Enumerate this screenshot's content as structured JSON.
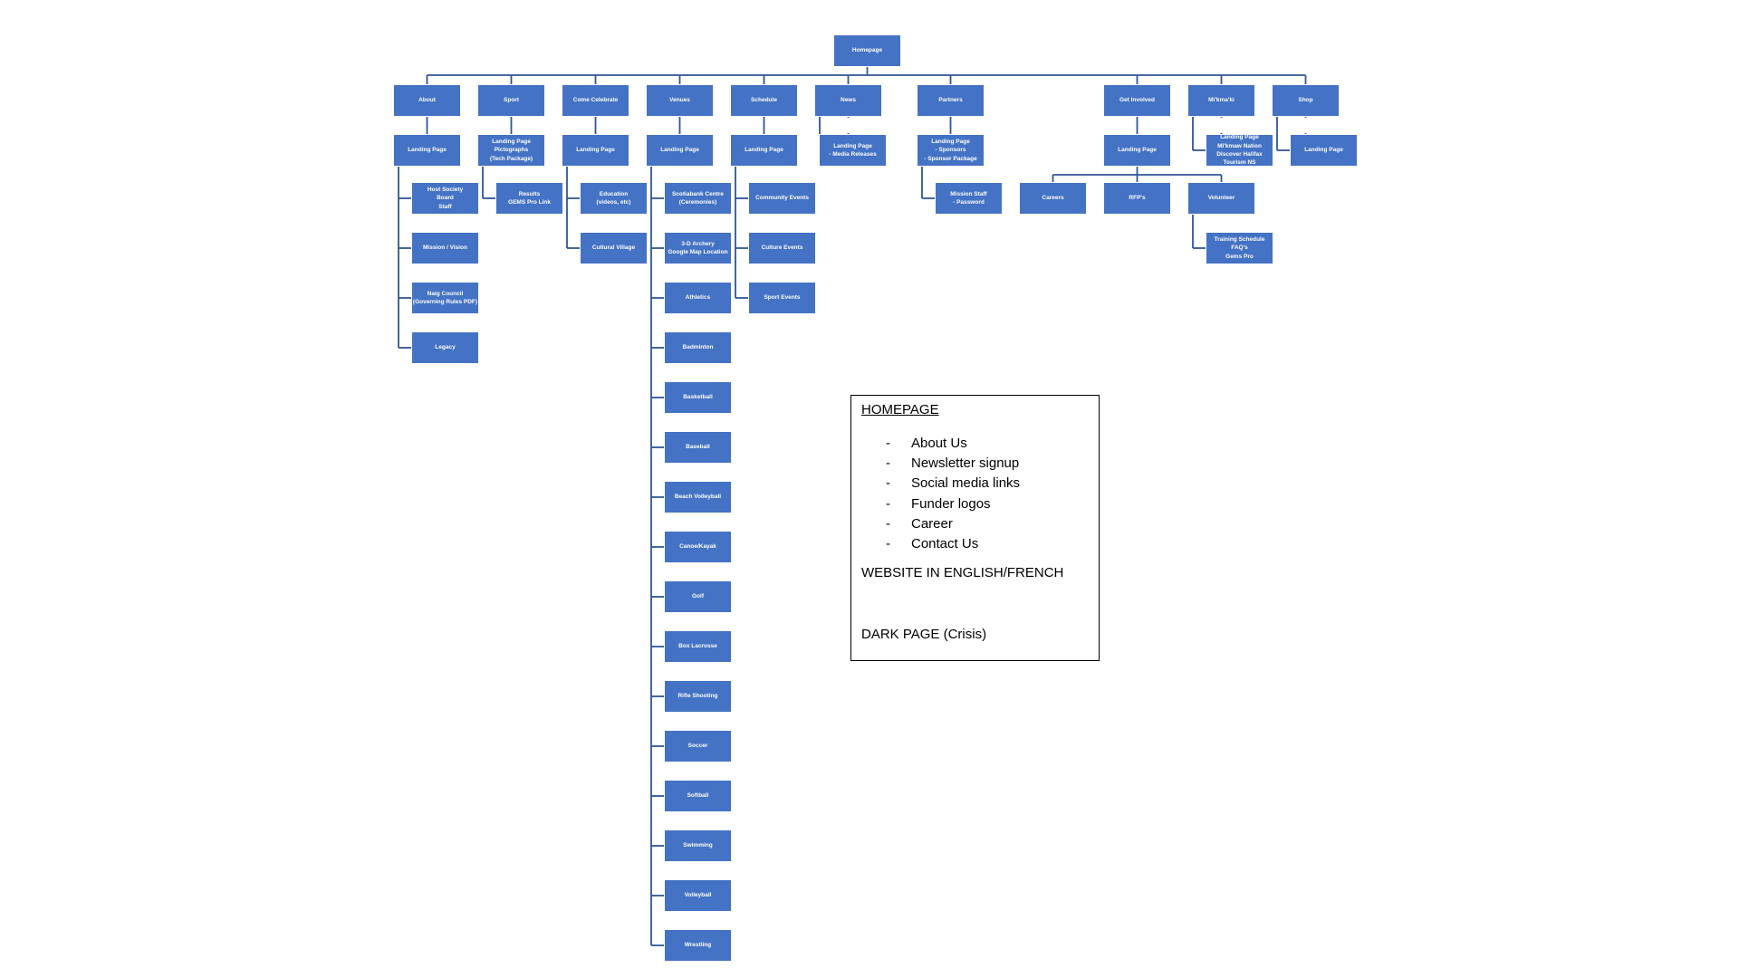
{
  "diagram": {
    "root": "Homepage",
    "columns": [
      {
        "label": "About",
        "landing": [
          "Landing Page"
        ],
        "children": [
          [
            "Host Society",
            "Board",
            "Staff"
          ],
          [
            "Mission / Vision"
          ],
          [
            "Naig Council",
            "(Governing Rules PDF)"
          ],
          [
            "Legacy"
          ]
        ]
      },
      {
        "label": "Sport",
        "landing": [
          "Landing Page",
          "Pictographs",
          "(Tech Package)"
        ],
        "children": [
          [
            "Results",
            "GEMS Pro Link"
          ]
        ]
      },
      {
        "label": "Come Celebrate",
        "landing": [
          "Landing Page"
        ],
        "children": [
          [
            "Education",
            "(videos, etc)"
          ],
          [
            "Cultural Village"
          ]
        ]
      },
      {
        "label": "Venues",
        "landing": [
          "Landing Page"
        ],
        "children": [
          [
            "Scotiabank Centre",
            "(Ceremonies)"
          ],
          [
            "3-D Archery",
            "Google Map Location"
          ],
          [
            "Athletics"
          ],
          [
            "Badminton"
          ],
          [
            "Basketball"
          ],
          [
            "Baseball"
          ],
          [
            "Beach Volleyball"
          ],
          [
            "Canoe/Kayak"
          ],
          [
            "Golf"
          ],
          [
            "Box Lacrosse"
          ],
          [
            "Rifle Shooting"
          ],
          [
            "Soccer"
          ],
          [
            "Softball"
          ],
          [
            "Swimming"
          ],
          [
            "Volleyball"
          ],
          [
            "Wrestling"
          ]
        ]
      },
      {
        "label": "Schedule",
        "landing": [
          "Landing Page"
        ],
        "children": [
          [
            "Community Events"
          ],
          [
            "Culture Events"
          ],
          [
            "Sport Events"
          ]
        ]
      },
      {
        "label": "News",
        "landing": [
          "Landing Page",
          "- Media Releases"
        ],
        "children": []
      },
      {
        "label": "Partners",
        "landing": [
          "Landing Page",
          "- Sponsors",
          "- Sponsor Package"
        ],
        "children": [
          [
            "Mission Staff",
            "- Password"
          ]
        ]
      },
      {
        "label": "Get Involved",
        "landing": [
          "Landing Page"
        ],
        "children": [
          [
            "Careers"
          ],
          [
            "RFP's"
          ],
          [
            "Volunteer"
          ]
        ],
        "grandchild": [
          "Training Schedule",
          "FAQ's",
          "Gems Pro"
        ]
      },
      {
        "label": "Mi'kma'ki",
        "landing": [
          "Landing Page",
          "Mi'kmaw Nation",
          "Discover Halifax",
          "Tourism NS"
        ],
        "children": []
      },
      {
        "label": "Shop",
        "landing": [
          "Landing Page"
        ],
        "children": []
      }
    ]
  },
  "legend": {
    "title": "HOMEPAGE",
    "items": [
      "About Us",
      "Newsletter signup",
      "Social media links",
      "Funder logos",
      "Career",
      "Contact Us"
    ],
    "dash": "-",
    "language": "WEBSITE IN ENGLISH/FRENCH",
    "dark": "DARK PAGE (Crisis)"
  },
  "colors": {
    "node": "#4472c4",
    "connector": "#2f5597"
  }
}
